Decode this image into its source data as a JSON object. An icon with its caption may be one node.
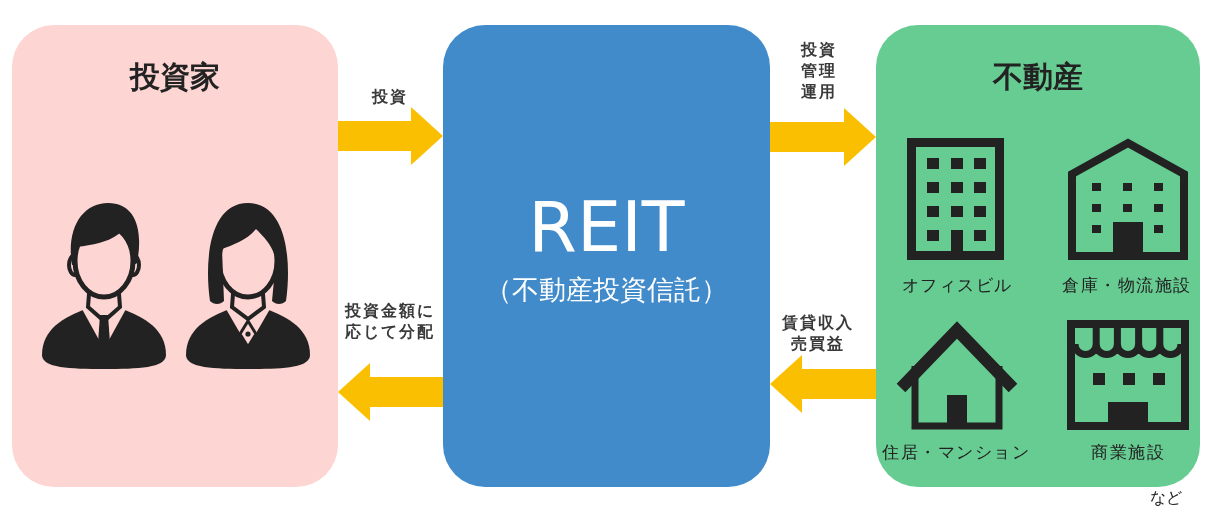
{
  "diagram": {
    "nodes": [
      {
        "text": [
          "投資家"
        ]
      },
      {
        "text": [
          "REIT",
          "（不動産投資信託）"
        ]
      },
      {
        "text": [
          "不動産"
        ],
        "beside": [
          "など"
        ]
      }
    ],
    "edges": [
      {
        "from": 0,
        "to": 1,
        "arrow": "to",
        "label": "投資"
      },
      {
        "from": 1,
        "to": 2,
        "arrow": "to",
        "label": "投資管理運用"
      },
      {
        "from": 2,
        "to": 1,
        "arrow": "to",
        "label": "賃貸収入売買益"
      },
      {
        "from": 1,
        "to": 0,
        "arrow": "to",
        "label": "投資金額に応じて分配"
      }
    ],
    "labels": [
      "オフィスビル",
      "倉庫・物流施設",
      "住居・マンション",
      "商業施設"
    ]
  }
}
